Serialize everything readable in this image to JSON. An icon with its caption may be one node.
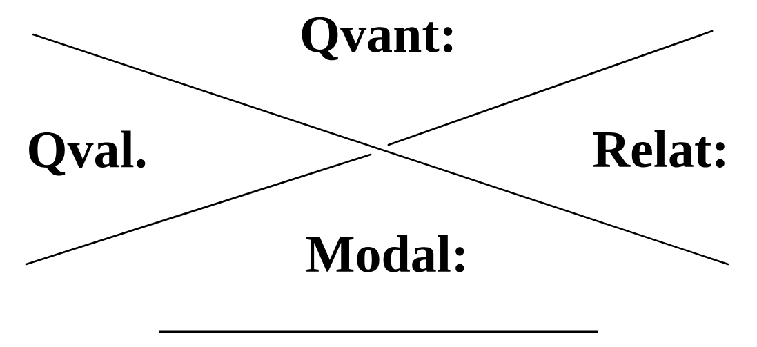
{
  "diagram": {
    "labels": [
      "Qvant:",
      "Qval.",
      "Relat:",
      "Modal:"
    ]
  }
}
